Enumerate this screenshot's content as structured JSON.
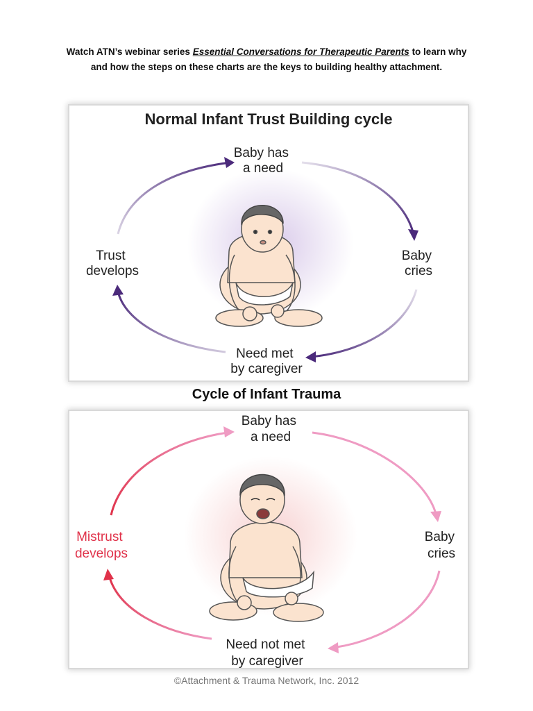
{
  "intro": {
    "line1_prefix": "Watch ATN’s webinar series ",
    "series_title": "Essential Conversations for Therapeutic Parents",
    "line1_suffix": " to learn why",
    "line2": "and how the steps on these charts are the keys to building healthy attachment."
  },
  "normal_cycle": {
    "title": "Normal Infant Trust Building cycle",
    "top": [
      "Baby has",
      "a need"
    ],
    "right": [
      "Baby",
      "cries"
    ],
    "bottom": [
      "Need met",
      "by caregiver"
    ],
    "left": [
      "Trust",
      "develops"
    ],
    "color": "#4b2a7b",
    "glow": "#d6c6e8"
  },
  "trauma_cycle": {
    "title": "Cycle of Infant Trauma",
    "top": [
      "Baby has",
      "a need"
    ],
    "right": [
      "Baby",
      "cries"
    ],
    "bottom": [
      "Need not met",
      "by caregiver"
    ],
    "left": [
      "Mistrust",
      "develops"
    ],
    "color": "#e0324a",
    "light_color": "#ef9bc3",
    "glow": "#f7cfcf"
  },
  "footer": {
    "copyright": "©Attachment & Trauma Network, Inc. 2012"
  }
}
